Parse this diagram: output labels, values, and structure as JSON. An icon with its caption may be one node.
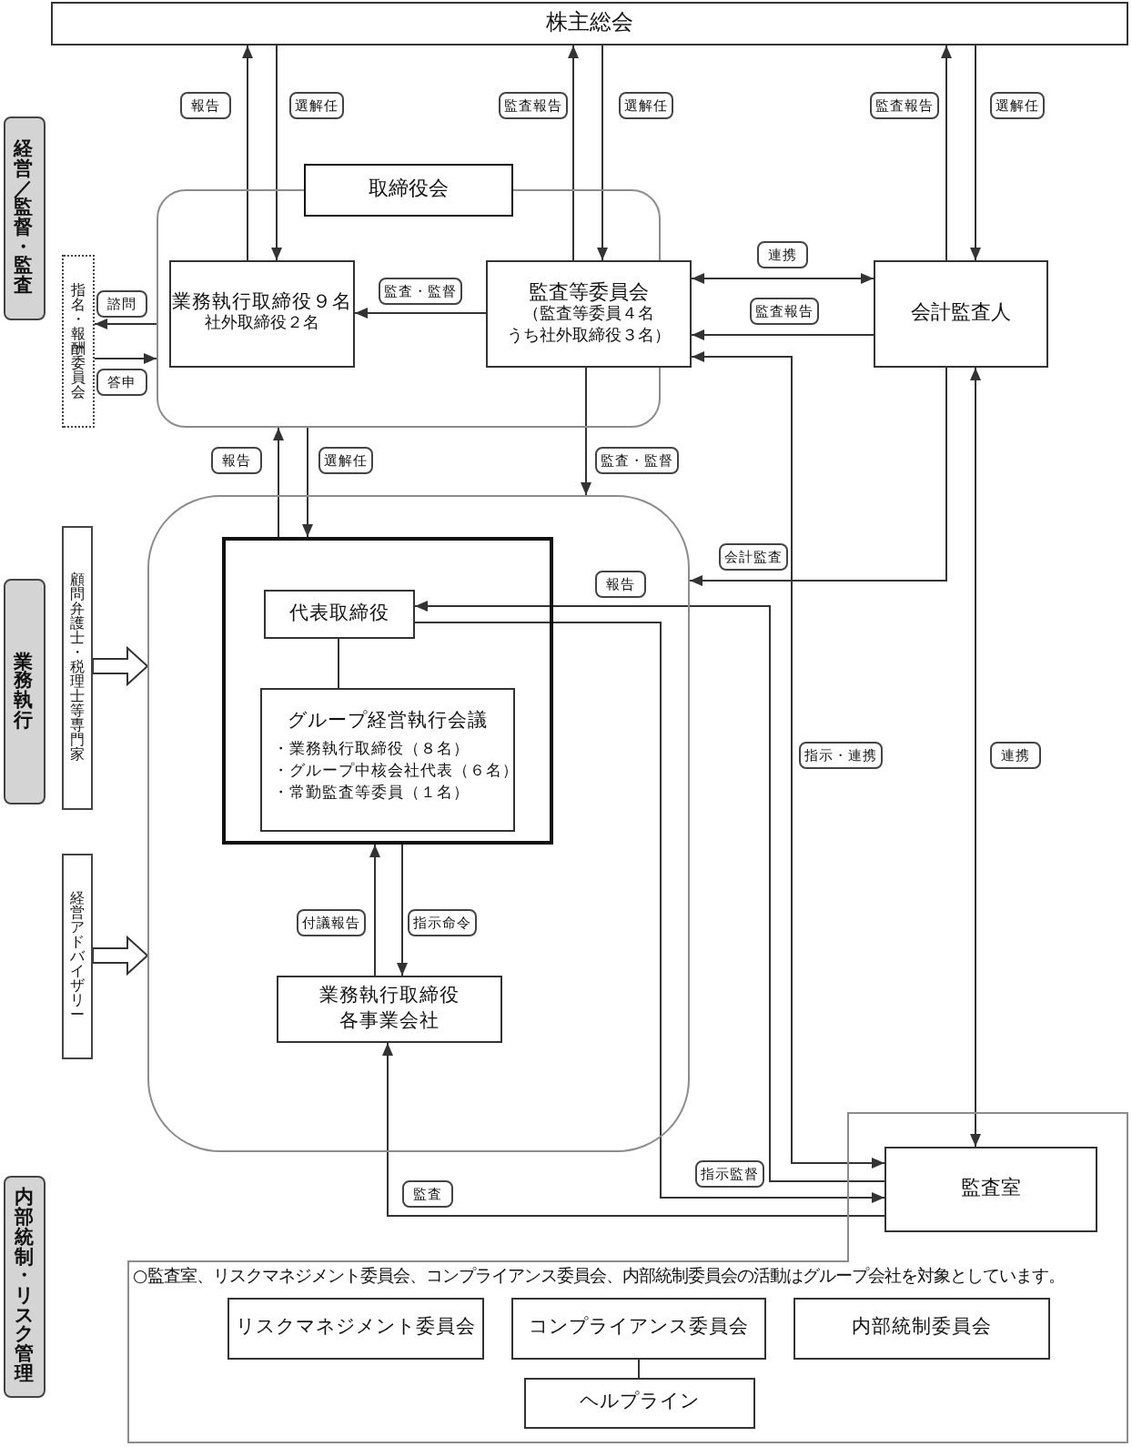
{
  "diagram": {
    "nodes": [
      {
        "text": [
          "株主総会"
        ]
      },
      {
        "text": [
          "経営／監督・監査"
        ]
      },
      {
        "text": [
          "取締役会"
        ]
      },
      {
        "text": [
          "業務執行取締役９名",
          "社外取締役２名"
        ],
        "in": 2
      },
      {
        "text": [
          "監査等委員会",
          "（監査等委員４名",
          "うち社外取締役３名）"
        ]
      },
      {
        "text": [
          "会計監査人"
        ]
      },
      {
        "text": [
          "指名・報酬委員会"
        ]
      },
      {
        "text": [
          "業務執行"
        ]
      },
      {
        "text": [
          "顧問弁護士・税理士等専門家"
        ]
      },
      {
        "text": [],
        "shape": "box"
      },
      {
        "text": [],
        "shape": "box",
        "in": 9
      },
      {
        "text": [
          "代表取締役"
        ],
        "in": 10
      },
      {
        "text": [
          "グループ経営執行会議",
          "・業務執行取締役（８名）",
          "・グループ中核会社代表（６名）",
          "・常勤監査等委員（１名）"
        ],
        "in": 10
      },
      {
        "text": [
          "経営アドバイザリー"
        ]
      },
      {
        "text": [
          "業務執行取締役",
          "各事業会社"
        ],
        "in": 9
      },
      {
        "text": [
          "内部統制・リスク管理"
        ]
      },
      {
        "text": [
          "○監査室、リスクマネジメント委員会、コンプライアンス委員会、内部統制委員会の活動はグループ会社を対象としています。"
        ]
      },
      {
        "text": [
          "監査室"
        ],
        "in": 16
      },
      {
        "text": [
          "リスクマネジメント委員会"
        ],
        "in": 16
      },
      {
        "text": [
          "コンプライアンス委員会"
        ],
        "in": 16
      },
      {
        "text": [
          "内部統制委員会"
        ],
        "in": 16
      },
      {
        "text": [
          "ヘルプライン"
        ],
        "in": 16
      }
    ],
    "edges": [
      {
        "from": 3,
        "to": 0,
        "arrow": "to",
        "label": "報告"
      },
      {
        "from": 0,
        "to": 3,
        "arrow": "to",
        "label": "選解任"
      },
      {
        "from": 4,
        "to": 0,
        "arrow": "to",
        "label": "監査報告"
      },
      {
        "from": 0,
        "to": 4,
        "arrow": "to",
        "label": "選解任"
      },
      {
        "from": 5,
        "to": 0,
        "arrow": "to",
        "label": "監査報告"
      },
      {
        "from": 0,
        "to": 5,
        "arrow": "to",
        "label": "選解任"
      },
      {
        "from": 2,
        "to": 6,
        "arrow": "to",
        "label": "諮問"
      },
      {
        "from": 6,
        "to": 2,
        "arrow": "to",
        "label": "答申"
      },
      {
        "from": 4,
        "to": 3,
        "arrow": "to",
        "label": "監査・監督"
      },
      {
        "from": 4,
        "to": 5,
        "arrow": "both",
        "label": "連携"
      },
      {
        "from": 5,
        "to": 4,
        "arrow": "to",
        "label": "監査報告"
      },
      {
        "from": 17,
        "to": 4,
        "arrow": "both",
        "label": "指示・連携"
      },
      {
        "from": 10,
        "to": 2,
        "arrow": "to",
        "label": "報告"
      },
      {
        "from": 2,
        "to": 10,
        "arrow": "to",
        "label": "選解任"
      },
      {
        "from": 4,
        "to": 9,
        "arrow": "to",
        "label": "監査・監督"
      },
      {
        "from": 5,
        "to": 9,
        "arrow": "to",
        "label": "会計監査"
      },
      {
        "from": 17,
        "to": 11,
        "arrow": "to",
        "label": "報告"
      },
      {
        "from": 11,
        "to": 17,
        "arrow": "to",
        "label": "指示監督"
      },
      {
        "from": 5,
        "to": 17,
        "arrow": "both",
        "label": "連携"
      },
      {
        "from": 11,
        "to": 12,
        "arrow": "none"
      },
      {
        "from": 14,
        "to": 10,
        "arrow": "to",
        "label": "付議報告"
      },
      {
        "from": 10,
        "to": 14,
        "arrow": "to",
        "label": "指示命令"
      },
      {
        "from": 8,
        "to": 9,
        "arrow": "to"
      },
      {
        "from": 13,
        "to": 9,
        "arrow": "to"
      },
      {
        "from": 17,
        "to": 14,
        "arrow": "to",
        "label": "監査"
      },
      {
        "from": 19,
        "to": 21,
        "arrow": "none"
      }
    ]
  }
}
